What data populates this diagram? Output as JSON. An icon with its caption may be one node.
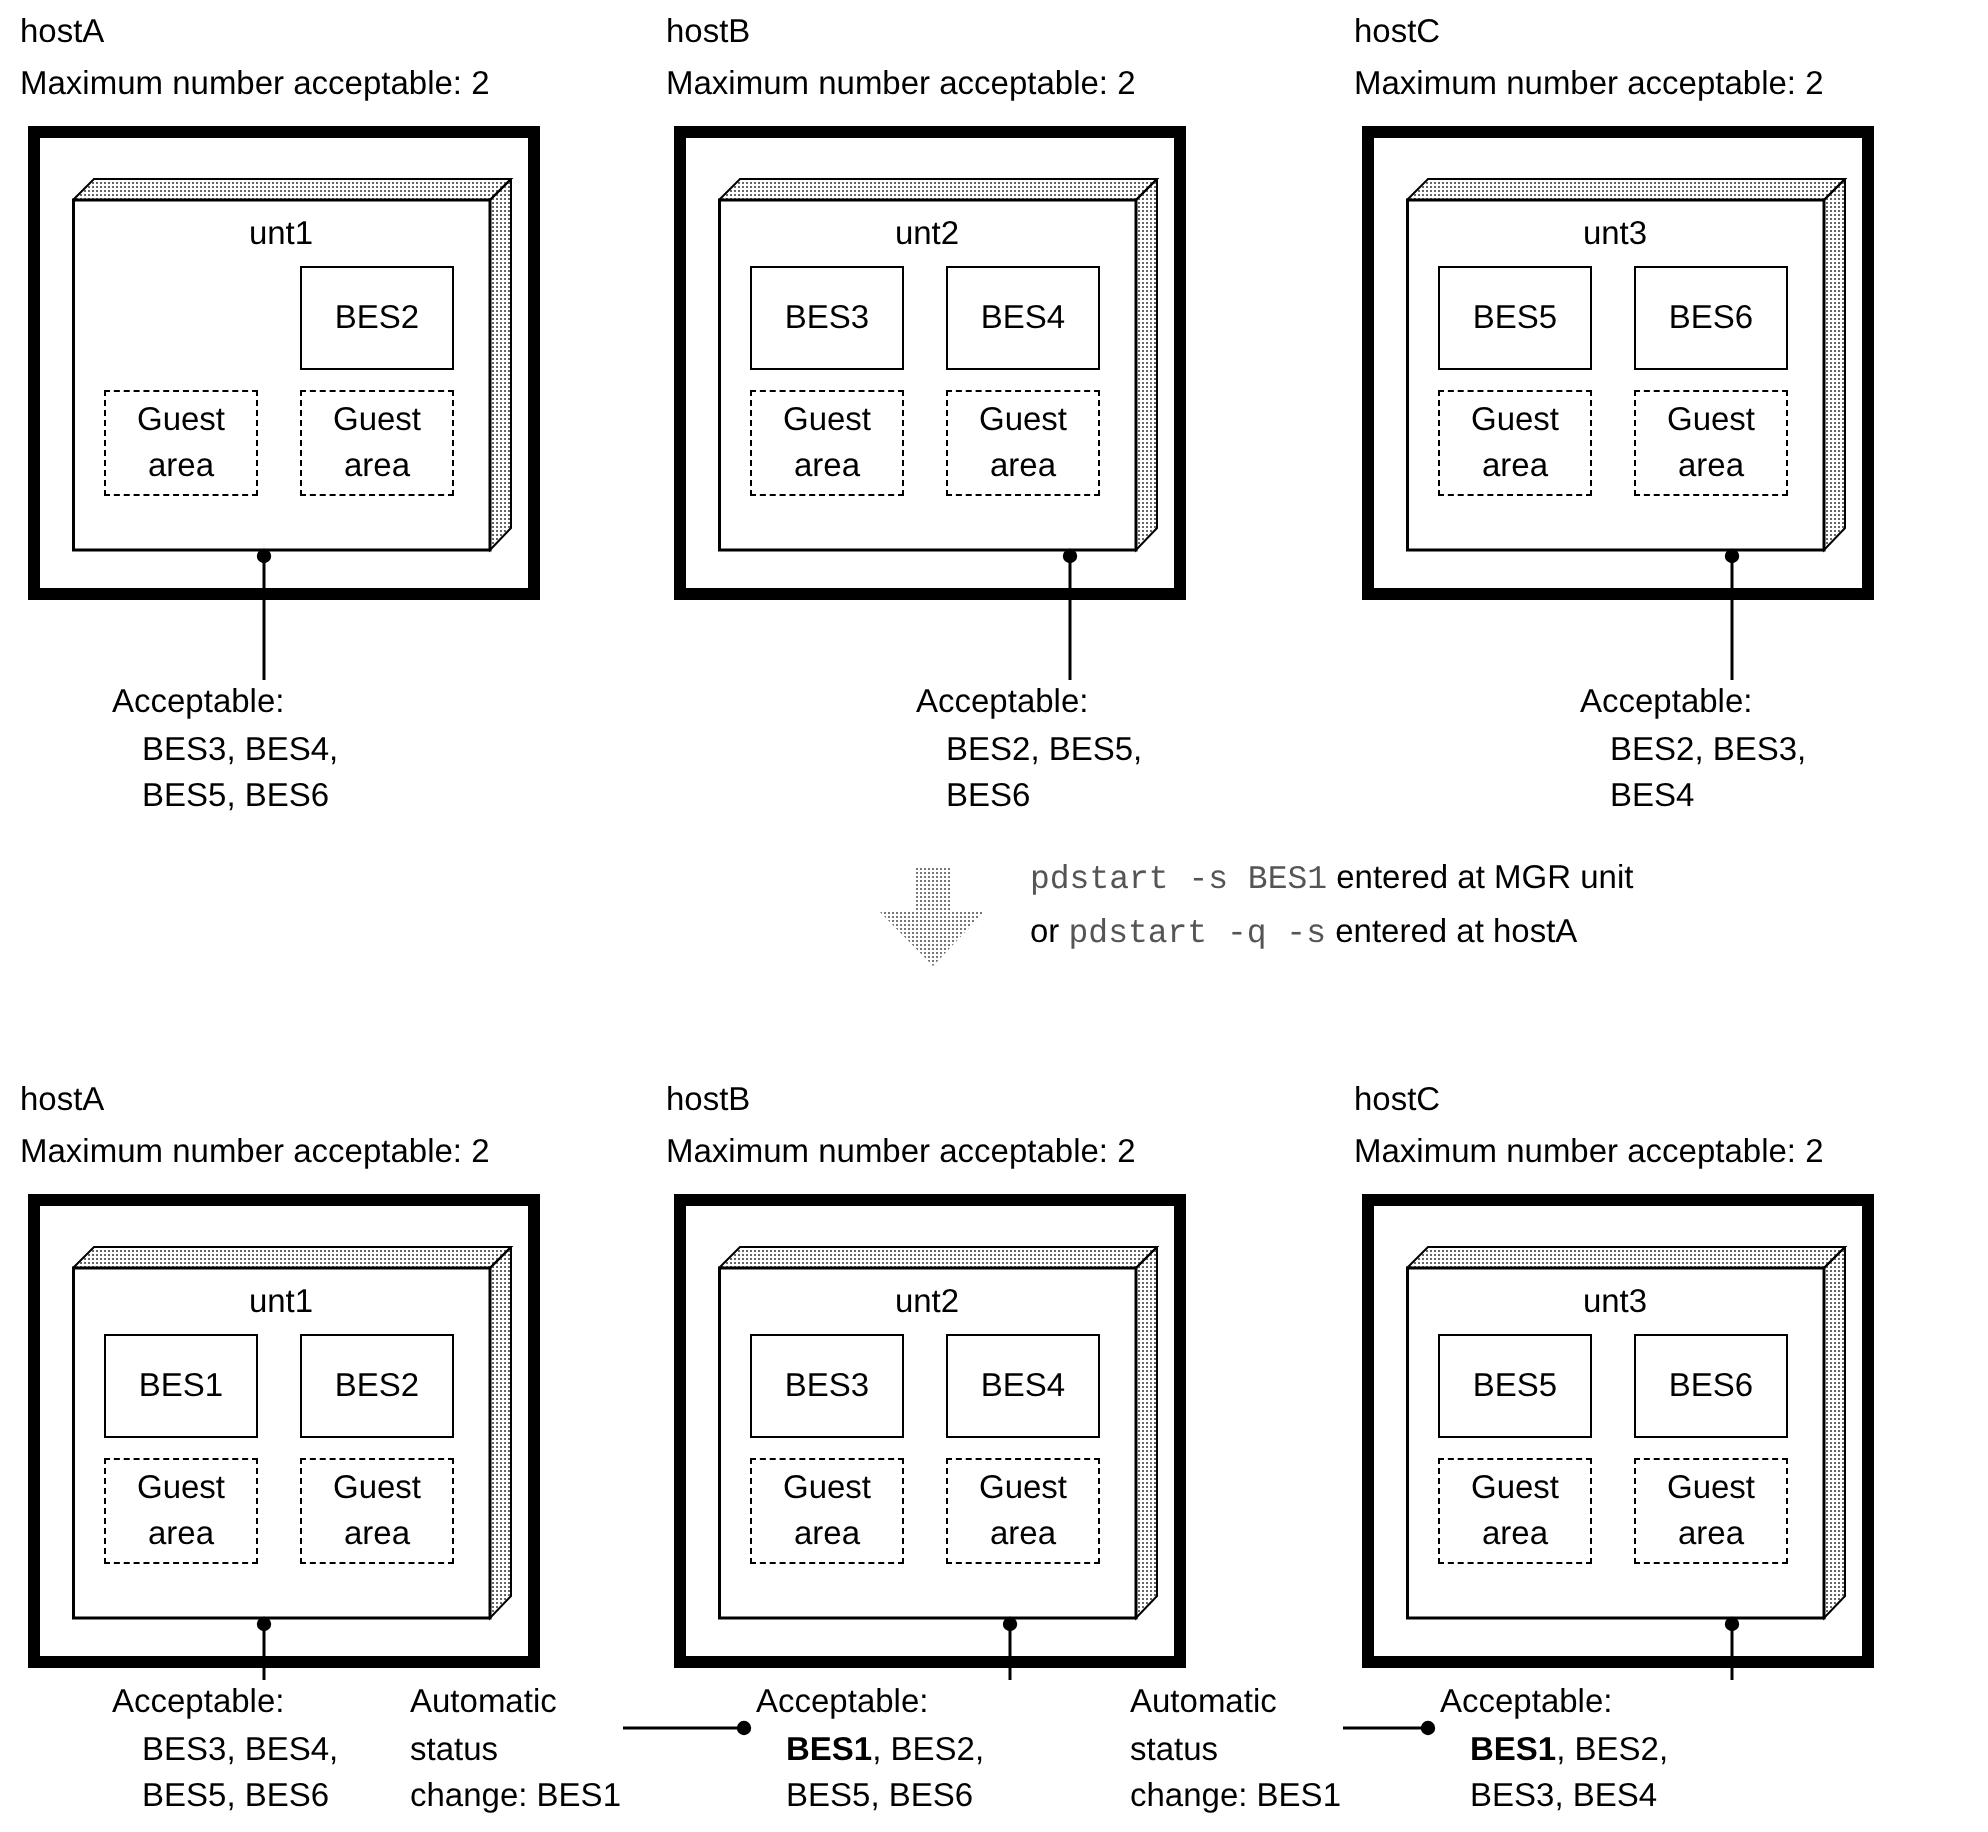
{
  "diagram": {
    "nodes": [
      {
        "text": [
          "hostA",
          "Maximum number acceptable: 2"
        ]
      },
      {
        "text": [
          "unt1"
        ],
        "in": 0
      },
      {
        "text": [
          "BES2"
        ],
        "in": 1
      },
      {
        "text": [
          "Guest area"
        ],
        "in": 1
      },
      {
        "text": [
          "Guest area"
        ],
        "in": 1
      },
      {
        "text": [
          "hostB",
          "Maximum number acceptable: 2"
        ]
      },
      {
        "text": [
          "unt2"
        ],
        "in": 5
      },
      {
        "text": [
          "BES3"
        ],
        "in": 6
      },
      {
        "text": [
          "BES4"
        ],
        "in": 6
      },
      {
        "text": [
          "Guest area"
        ],
        "in": 6
      },
      {
        "text": [
          "Guest area"
        ],
        "in": 6
      },
      {
        "text": [
          "hostC",
          "Maximum number acceptable: 2"
        ]
      },
      {
        "text": [
          "unt3"
        ],
        "in": 11
      },
      {
        "text": [
          "BES5"
        ],
        "in": 12
      },
      {
        "text": [
          "BES6"
        ],
        "in": 12
      },
      {
        "text": [
          "Guest area"
        ],
        "in": 12
      },
      {
        "text": [
          "Guest area"
        ],
        "in": 12
      },
      {
        "text": [
          "Acceptable:",
          "BES3, BES4, BES5, BES6"
        ]
      },
      {
        "text": [
          "Acceptable:",
          "BES2, BES5, BES6"
        ]
      },
      {
        "text": [
          "Acceptable:",
          "BES2, BES3, BES4"
        ]
      },
      {
        "text": [
          "hostA",
          "Maximum number acceptable: 2"
        ]
      },
      {
        "text": [
          "unt1"
        ],
        "in": 20
      },
      {
        "text": [
          "BES1"
        ],
        "in": 21
      },
      {
        "text": [
          "BES2"
        ],
        "in": 21
      },
      {
        "text": [
          "Guest area"
        ],
        "in": 21
      },
      {
        "text": [
          "Guest area"
        ],
        "in": 21
      },
      {
        "text": [
          "hostB",
          "Maximum number acceptable: 2"
        ]
      },
      {
        "text": [
          "unt2"
        ],
        "in": 26
      },
      {
        "text": [
          "BES3"
        ],
        "in": 27
      },
      {
        "text": [
          "BES4"
        ],
        "in": 27
      },
      {
        "text": [
          "Guest area"
        ],
        "in": 27
      },
      {
        "text": [
          "Guest area"
        ],
        "in": 27
      },
      {
        "text": [
          "hostC",
          "Maximum number acceptable: 2"
        ]
      },
      {
        "text": [
          "unt3"
        ],
        "in": 32
      },
      {
        "text": [
          "BES5"
        ],
        "in": 33
      },
      {
        "text": [
          "BES6"
        ],
        "in": 33
      },
      {
        "text": [
          "Guest area"
        ],
        "in": 33
      },
      {
        "text": [
          "Guest area"
        ],
        "in": 33
      },
      {
        "text": [
          "Acceptable:",
          "BES3, BES4, BES5, BES6"
        ]
      },
      {
        "text": [
          "Automatic status change: BES1"
        ]
      },
      {
        "text": [
          "Acceptable:",
          "**BES1**, BES2, BES5, BES6"
        ]
      },
      {
        "text": [
          "Automatic status change: BES1"
        ]
      },
      {
        "text": [
          "Acceptable:",
          "**BES1**, BES2, BES3, BES4"
        ]
      }
    ],
    "edges": [
      {
        "from": 1,
        "to": 17,
        "arrow": "other"
      },
      {
        "from": 6,
        "to": 18,
        "arrow": "other"
      },
      {
        "from": 12,
        "to": 19,
        "arrow": "other"
      },
      {
        "from": 21,
        "to": 38,
        "arrow": "other"
      },
      {
        "from": 27,
        "to": 40,
        "arrow": "other"
      },
      {
        "from": 33,
        "to": 42,
        "arrow": "other"
      },
      {
        "from": 40,
        "to": 39,
        "arrow": "other"
      },
      {
        "from": 42,
        "to": 41,
        "arrow": "other"
      }
    ],
    "labels": [
      "pdstart -s BES1",
      "entered at MGR unit",
      "or",
      "pdstart -q -s",
      "entered at hostA"
    ]
  }
}
